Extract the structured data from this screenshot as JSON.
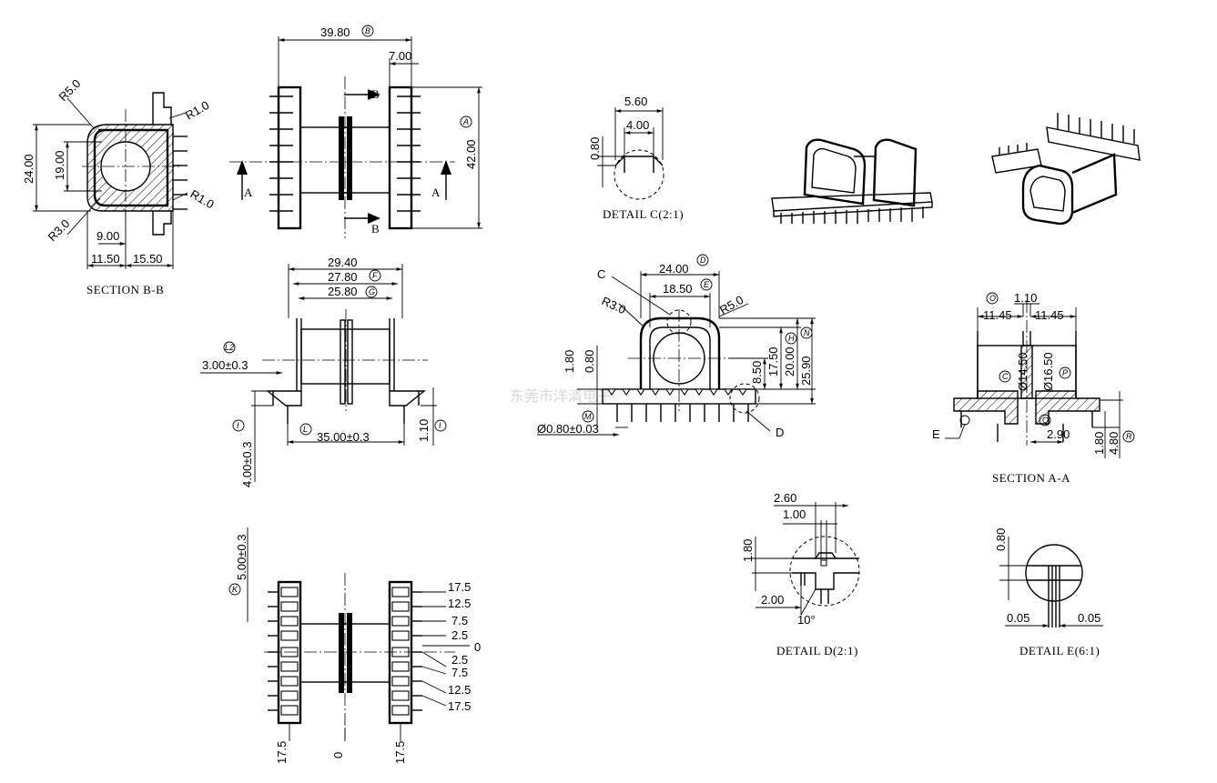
{
  "section_bb": {
    "caption": "SECTION B-B",
    "dims": [
      "R5.0",
      "R1.0",
      "24.00",
      "19.00",
      "R1.0",
      "R3.0",
      "9.00",
      "11.50",
      "15.50"
    ]
  },
  "top_view": {
    "dims": [
      "39.80",
      "7.00",
      "42.00"
    ],
    "tags": [
      "B",
      "A"
    ],
    "section_letters": [
      "B",
      "B",
      "A",
      "A"
    ]
  },
  "front_view": {
    "dims": [
      "29.40",
      "27.80",
      "25.80",
      "3.00±0.3",
      "35.00±0.3",
      "1.10",
      "4.00±0.3"
    ],
    "tags": [
      "F",
      "G",
      "L2",
      "I",
      "L",
      "I"
    ]
  },
  "bottom_view": {
    "dims": [
      "5.00±0.3"
    ],
    "tags": [
      "K"
    ],
    "pin_positions": [
      "17.5",
      "12.5",
      "7.5",
      "2.5",
      "0",
      "2.5",
      "7.5",
      "12.5",
      "17.5"
    ],
    "bottom_labels": [
      "17.5",
      "0",
      "17.5"
    ]
  },
  "detail_c": {
    "caption": "DETAIL C(2:1)",
    "dims": [
      "5.60",
      "4.00",
      "0.80"
    ]
  },
  "side_view": {
    "labels": [
      "C",
      "D"
    ],
    "dims": [
      "24.00",
      "18.50",
      "R3.0",
      "R5.0",
      "1.80",
      "0.80",
      "17.50",
      "20.00",
      "25.90",
      "8.50",
      "Ø0.80±0.03"
    ],
    "tags": [
      "D",
      "E",
      "H",
      "N",
      "M"
    ]
  },
  "section_aa": {
    "caption": "SECTION A-A",
    "dims": [
      "1.10",
      "11.45",
      "11.45",
      "Ø14.50",
      "Ø16.50",
      "2.90",
      "1.80",
      "4.80"
    ],
    "labels": [
      "E"
    ],
    "tags": [
      "O",
      "C",
      "P",
      "Q",
      "R"
    ]
  },
  "detail_d": {
    "caption": "DETAIL D(2:1)",
    "dims": [
      "2.60",
      "1.00",
      "1.80",
      "2.00",
      "10°"
    ]
  },
  "detail_e": {
    "caption": "DETAIL E(6:1)",
    "dims": [
      "0.80",
      "0.05",
      "0.05"
    ]
  },
  "watermark": "东莞市洋清电子"
}
